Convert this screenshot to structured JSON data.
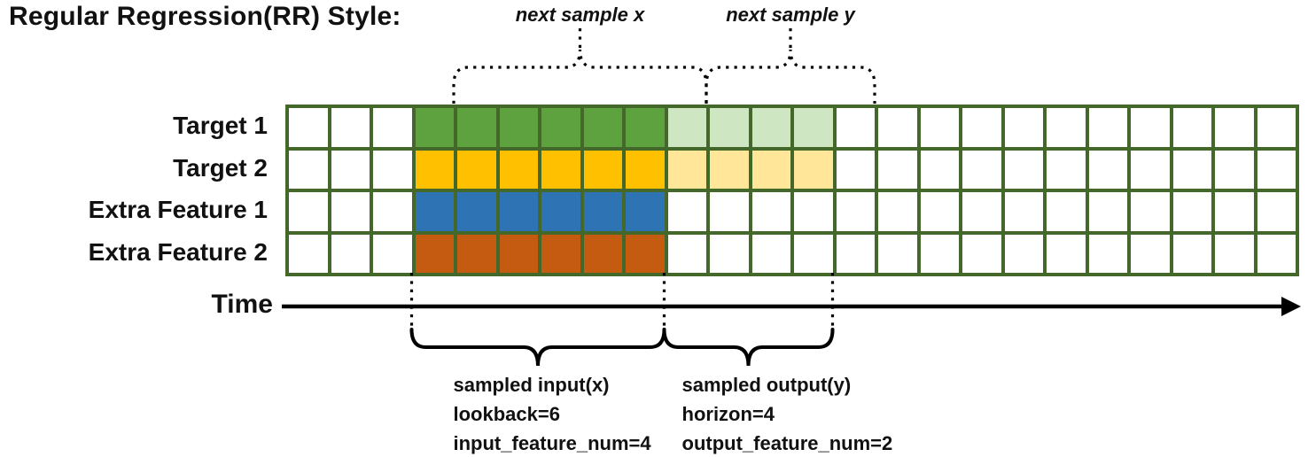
{
  "title": "Regular Regression(RR) Style:",
  "colors": {
    "grid_line": "#44682a",
    "annotation": "#000000",
    "target1": "#5da23f",
    "target1_faded": "#cfe6c2",
    "target2": "#ffc000",
    "target2_faded": "#ffe699",
    "extra_feature1": "#2e74b5",
    "extra_feature2": "#c55a11"
  },
  "diagram": {
    "columns": 24,
    "lookback": 6,
    "horizon": 4,
    "stride": 1,
    "rows": [
      {
        "label": "Target 1",
        "solid_color": "#5da23f",
        "solid_start": 3,
        "solid_count": 6,
        "faded_color": "#cfe6c2",
        "faded_start": 9,
        "faded_count": 4
      },
      {
        "label": "Target 2",
        "solid_color": "#ffc000",
        "solid_start": 3,
        "solid_count": 6,
        "faded_color": "#ffe699",
        "faded_start": 9,
        "faded_count": 4
      },
      {
        "label": "Extra Feature 1",
        "solid_color": "#2e74b5",
        "solid_start": 3,
        "solid_count": 6,
        "faded_color": null,
        "faded_start": null,
        "faded_count": 0
      },
      {
        "label": "Extra Feature 2",
        "solid_color": "#c55a11",
        "solid_start": 3,
        "solid_count": 6,
        "faded_color": null,
        "faded_start": null,
        "faded_count": 0
      }
    ]
  },
  "top_annotations": {
    "next_sample_x": "next sample x",
    "next_sample_y": "next sample y"
  },
  "time_label": "Time",
  "bottom_annotations": {
    "input": {
      "lines": [
        "sampled input(x)",
        "lookback=6",
        "input_feature_num=4"
      ]
    },
    "output": {
      "lines": [
        "sampled output(y)",
        "horizon=4",
        "output_feature_num=2"
      ]
    }
  }
}
